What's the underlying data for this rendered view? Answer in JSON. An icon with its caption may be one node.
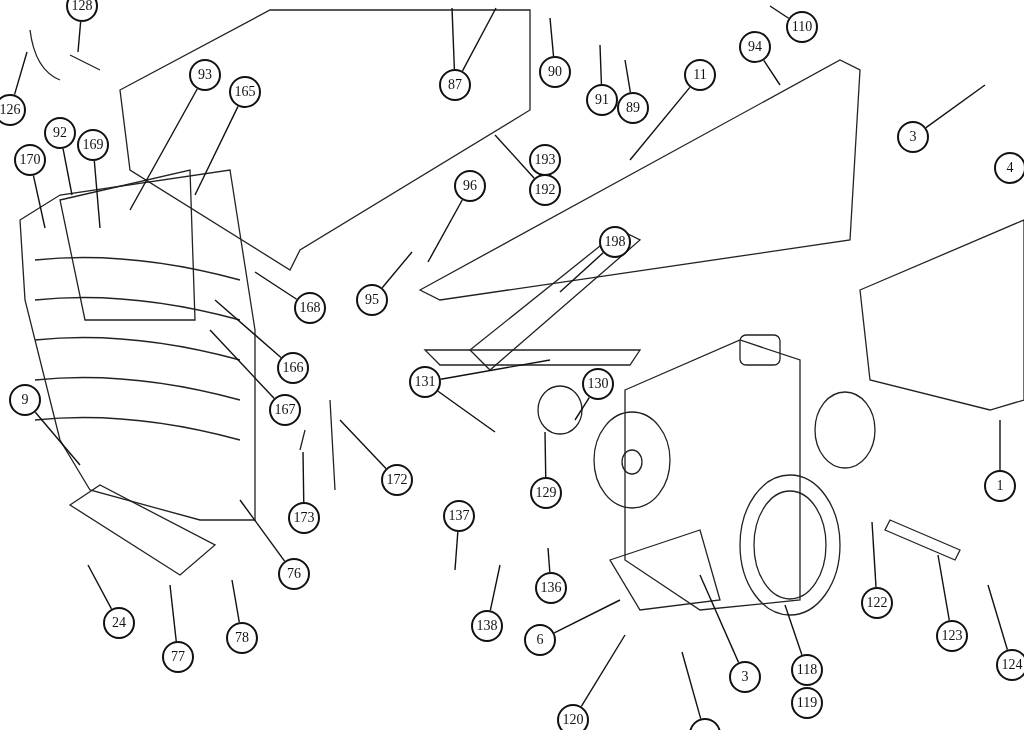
{
  "diagram": {
    "nodes": [
      {
        "text": [
          "128"
        ]
      },
      {
        "text": [
          "126"
        ]
      },
      {
        "text": [
          "93"
        ]
      },
      {
        "text": [
          "165"
        ]
      },
      {
        "text": [
          "87"
        ]
      },
      {
        "text": [
          "90"
        ]
      },
      {
        "text": [
          "91"
        ]
      },
      {
        "text": [
          "89"
        ]
      },
      {
        "text": [
          "110"
        ]
      },
      {
        "text": [
          "94"
        ]
      },
      {
        "text": [
          "11"
        ]
      },
      {
        "text": [
          "3"
        ]
      },
      {
        "text": [
          "4"
        ]
      },
      {
        "text": [
          "170"
        ]
      },
      {
        "text": [
          "92"
        ]
      },
      {
        "text": [
          "169"
        ]
      },
      {
        "text": [
          "193"
        ]
      },
      {
        "text": [
          "192"
        ]
      },
      {
        "text": [
          "96"
        ]
      },
      {
        "text": [
          "198"
        ]
      },
      {
        "text": [
          "95"
        ]
      },
      {
        "text": [
          "168"
        ]
      },
      {
        "text": [
          "166"
        ]
      },
      {
        "text": [
          "167"
        ]
      },
      {
        "text": [
          "131"
        ]
      },
      {
        "text": [
          "130"
        ]
      },
      {
        "text": [
          "9"
        ]
      },
      {
        "text": [
          "172"
        ]
      },
      {
        "text": [
          "173"
        ]
      },
      {
        "text": [
          "129"
        ]
      },
      {
        "text": [
          "1"
        ]
      },
      {
        "text": [
          "137"
        ]
      },
      {
        "text": [
          "136"
        ]
      },
      {
        "text": [
          "76"
        ]
      },
      {
        "text": [
          "122"
        ]
      },
      {
        "text": [
          "123"
        ]
      },
      {
        "text": [
          "124"
        ]
      },
      {
        "text": [
          "24"
        ]
      },
      {
        "text": [
          "78"
        ]
      },
      {
        "text": [
          "77"
        ]
      },
      {
        "text": [
          "138"
        ]
      },
      {
        "text": [
          "6"
        ]
      },
      {
        "text": [
          "3"
        ]
      },
      {
        "text": [
          "118"
        ]
      },
      {
        "text": [
          "119"
        ]
      },
      {
        "text": [
          "120"
        ]
      },
      {
        "text": [],
        "shape": "circle"
      }
    ],
    "edges": [
      {
        "from": 0,
        "to": null,
        "arrow": "none"
      },
      {
        "from": 1,
        "to": null,
        "arrow": "none"
      },
      {
        "from": 2,
        "to": null,
        "arrow": "none"
      },
      {
        "from": 3,
        "to": null,
        "arrow": "none"
      },
      {
        "from": 4,
        "to": null,
        "arrow": "none"
      },
      {
        "from": 4,
        "to": null,
        "arrow": "none"
      },
      {
        "from": 5,
        "to": null,
        "arrow": "none"
      },
      {
        "from": 6,
        "to": null,
        "arrow": "none"
      },
      {
        "from": 7,
        "to": null,
        "arrow": "none"
      },
      {
        "from": 8,
        "to": null,
        "arrow": "none"
      },
      {
        "from": 9,
        "to": null,
        "arrow": "none"
      },
      {
        "from": 10,
        "to": null,
        "arrow": "none"
      },
      {
        "from": 11,
        "to": null,
        "arrow": "none"
      },
      {
        "from": 13,
        "to": null,
        "arrow": "none"
      },
      {
        "from": 14,
        "to": null,
        "arrow": "none"
      },
      {
        "from": 15,
        "to": null,
        "arrow": "none"
      },
      {
        "from": 17,
        "to": null,
        "arrow": "none"
      },
      {
        "from": 18,
        "to": null,
        "arrow": "none"
      },
      {
        "from": 19,
        "to": null,
        "arrow": "none"
      },
      {
        "from": 20,
        "to": null,
        "arrow": "none"
      },
      {
        "from": 21,
        "to": null,
        "arrow": "none"
      },
      {
        "from": 22,
        "to": null,
        "arrow": "none"
      },
      {
        "from": 23,
        "to": null,
        "arrow": "none"
      },
      {
        "from": 24,
        "to": null,
        "arrow": "none"
      },
      {
        "from": 24,
        "to": null,
        "arrow": "none"
      },
      {
        "from": 25,
        "to": null,
        "arrow": "none"
      },
      {
        "from": 26,
        "to": null,
        "arrow": "none"
      },
      {
        "from": 27,
        "to": null,
        "arrow": "none"
      },
      {
        "from": 28,
        "to": null,
        "arrow": "none"
      },
      {
        "from": 29,
        "to": null,
        "arrow": "none"
      },
      {
        "from": 30,
        "to": null,
        "arrow": "none"
      },
      {
        "from": 31,
        "to": null,
        "arrow": "none"
      },
      {
        "from": 32,
        "to": null,
        "arrow": "none"
      },
      {
        "from": 33,
        "to": null,
        "arrow": "none"
      },
      {
        "from": 34,
        "to": null,
        "arrow": "none"
      },
      {
        "from": 35,
        "to": null,
        "arrow": "none"
      },
      {
        "from": 36,
        "to": null,
        "arrow": "none"
      },
      {
        "from": 37,
        "to": null,
        "arrow": "none"
      },
      {
        "from": 38,
        "to": null,
        "arrow": "none"
      },
      {
        "from": 39,
        "to": null,
        "arrow": "none"
      },
      {
        "from": 40,
        "to": null,
        "arrow": "none"
      },
      {
        "from": 41,
        "to": null,
        "arrow": "none"
      },
      {
        "from": 42,
        "to": null,
        "arrow": "none"
      },
      {
        "from": 43,
        "to": null,
        "arrow": "none"
      },
      {
        "from": 45,
        "to": null,
        "arrow": "none"
      },
      {
        "from": 46,
        "to": null,
        "arrow": "none"
      }
    ]
  }
}
